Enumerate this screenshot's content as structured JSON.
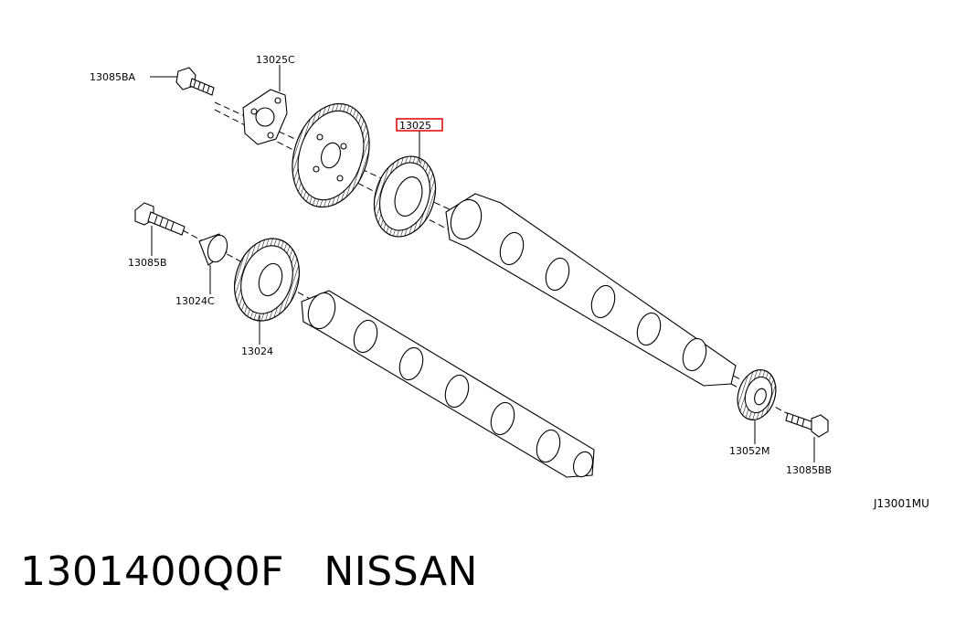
{
  "diagram": {
    "labels": {
      "bolt_upper": "13085BA",
      "plate": "13025C",
      "sprocket_highlighted": "13025",
      "bolt_left": "13085B",
      "spacer": "13024C",
      "gear_left": "13024",
      "gear_right": "13052M",
      "bolt_right": "13085BB"
    },
    "highlight_color": "#e00000",
    "diagram_code": "J13001MU"
  },
  "caption": {
    "part_number": "1301400Q0F",
    "brand": "NISSAN"
  }
}
